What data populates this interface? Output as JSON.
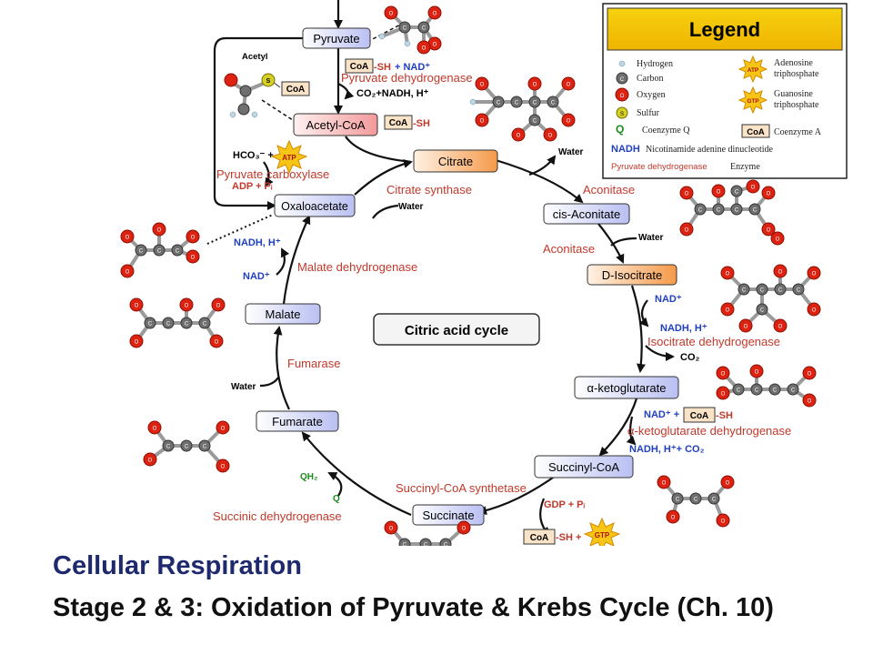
{
  "diagram": {
    "center_label": "Citric acid cycle",
    "metabolites": {
      "pyruvate": "Pyruvate",
      "acetyl_coa": "Acetyl-CoA",
      "citrate": "Citrate",
      "cis_aconitate": "cis-Aconitate",
      "d_isocitrate": "D-Isocitrate",
      "alpha_ketoglutarate": "α-ketoglutarate",
      "succinyl_coa": "Succinyl-CoA",
      "succinate": "Succinate",
      "fumarate": "Fumarate",
      "malate": "Malate",
      "oxaloacetate": "Oxaloacetate"
    },
    "enzymes": {
      "pyruvate_dehydrogenase": "Pyruvate dehydrogenase",
      "pyruvate_carboxylase": "Pyruvate carboxylase",
      "citrate_synthase": "Citrate synthase",
      "aconitase_1": "Aconitase",
      "aconitase_2": "Aconitase",
      "isocitrate_dehydrogenase": "Isocitrate dehydrogenase",
      "akg_dehydrogenase": "α-ketoglutarate dehydrogenase",
      "succinyl_coa_synthetase": "Succinyl-CoA synthetase",
      "succinic_dehydrogenase": "Succinic dehydrogenase",
      "fumarase": "Fumarase",
      "malate_dehydrogenase": "Malate dehydrogenase"
    },
    "cofactors": {
      "acetyl": "Acetyl",
      "coa": "CoA",
      "sh": "-SH",
      "plus_nad": "+ NAD⁺",
      "co2_nadh": "CO₂+NADH, H⁺",
      "hco3": "HCO₃⁻ +",
      "atp": "ATP",
      "gtp": "GTP",
      "adp_pi": "ADP + Pᵢ",
      "water": "Water",
      "nad": "NAD⁺",
      "nad_plus": "NAD⁺ +",
      "nadh_h": "NADH, H⁺",
      "nadh_h_co2": "NADH, H⁺+ CO₂",
      "co2": "CO₂",
      "gdp_pi": "GDP + Pᵢ",
      "sh_plus": "-SH +",
      "qh2": "QH₂",
      "q": "Q",
      "s": "S",
      "c": "C",
      "o": "O"
    }
  },
  "legend": {
    "title": "Legend",
    "items": {
      "hydrogen": "Hydrogen",
      "carbon": "Carbon",
      "oxygen": "Oxygen",
      "sulfur": "Sulfur",
      "coenzyme_q": "Coenzyme Q",
      "nadh_full": "Nicotinamide adenine dinucleotide",
      "enzyme": "Enzyme",
      "adenosine": "Adenosine",
      "triphosphate": "triphosphate",
      "guanosine": "Guanosine",
      "triphosphate2": "triphosphate",
      "coenzyme_a": "Coenzyme A",
      "q": "Q",
      "nadh": "NADH",
      "enzyme_example": "Pyruvate dehydrogenase",
      "atp": "ATP",
      "gtp": "GTP",
      "coa": "CoA",
      "c": "C",
      "o": "O",
      "s": "S"
    }
  },
  "caption": {
    "line1": "Cellular Respiration",
    "line2": "Stage 2 & 3: Oxidation of Pyruvate & Krebs Cycle (Ch. 10)"
  },
  "colors": {
    "enzyme": "#c0392b",
    "nad": "#1f3fbf",
    "green": "#1a8a1a",
    "metabolite_blue": "#dfe3fb",
    "metabolite_orange": "#fbbf86",
    "metabolite_red": "#f7b6b6"
  }
}
